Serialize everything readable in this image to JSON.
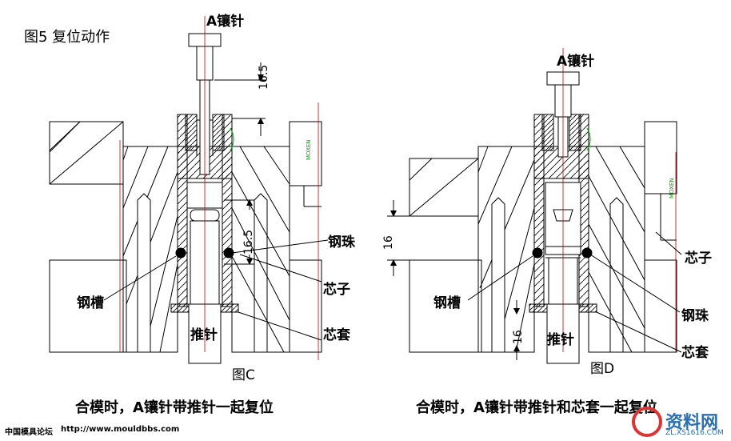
{
  "figure_title": "图5  复位动作",
  "left": {
    "pin_label": "A镶针",
    "dim_top": "16.5",
    "dim_mid": "16.5",
    "label_ball": "钢珠",
    "label_core": "芯子",
    "label_groove": "钢槽",
    "label_sleeve": "芯套",
    "label_ejector": "推针",
    "fig_name": "图C",
    "caption": "合模时，A镶针带推针一起复位",
    "brand": "MOXEN"
  },
  "right": {
    "pin_label": "A镶针",
    "dim_side": "16",
    "dim_bottom": "16",
    "label_core": "芯子",
    "label_groove": "钢槽",
    "label_ball": "钢珠",
    "label_sleeve": "芯套",
    "label_ejector": "推针",
    "fig_name": "图D",
    "caption": "合模时，A镶针带推针和芯套一起复位",
    "brand": "MOXEN"
  },
  "footer": {
    "forum": "中国模具论坛",
    "url": "http://www.mouldbbs.com",
    "site_logo": "资料网",
    "site_url": "ZL.XS1616.COM"
  }
}
